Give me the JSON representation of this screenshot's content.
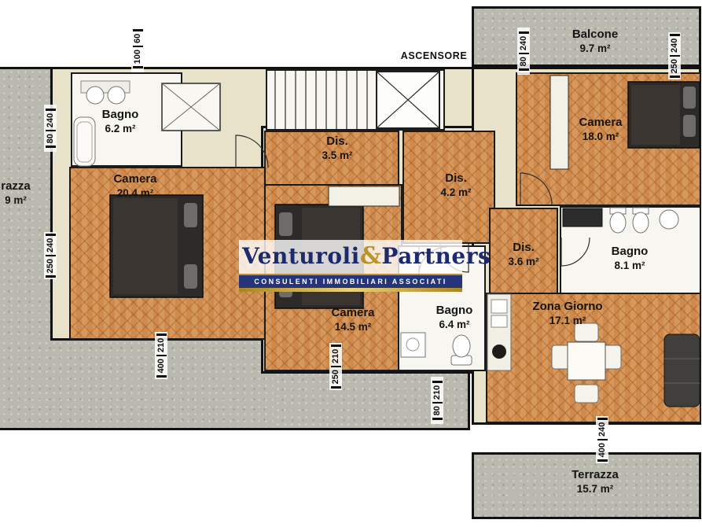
{
  "ascensore_label": "ASCENSORE",
  "rooms": [
    {
      "name": "Bagno",
      "area": "6.2 m²"
    },
    {
      "name": "Camera",
      "area": "20.4 m²"
    },
    {
      "name": "Dis.",
      "area": "3.5 m²"
    },
    {
      "name": "Camera",
      "area": "14.5 m²"
    },
    {
      "name": "Dis.",
      "area": "4.2 m²"
    },
    {
      "name": "Bagno",
      "area": "6.4 m²"
    },
    {
      "name": "Dis.",
      "area": "3.6 m²"
    },
    {
      "name": "Bagno",
      "area": "8.1 m²"
    },
    {
      "name": "Camera",
      "area": "18.0 m²"
    },
    {
      "name": "Zona Giorno",
      "area": "17.1 m²"
    },
    {
      "name": "Balcone",
      "area": "9.7 m²"
    },
    {
      "name": "Terrazza",
      "area": "15.7 m²"
    },
    {
      "name": "razza",
      "area": "9 m²"
    }
  ],
  "dims": [
    {
      "a": "100",
      "b": "60"
    },
    {
      "a": "80",
      "b": "240"
    },
    {
      "a": "250",
      "b": "240"
    },
    {
      "a": "400",
      "b": "210"
    },
    {
      "a": "250",
      "b": "210"
    },
    {
      "a": "80",
      "b": "210"
    },
    {
      "a": "80",
      "b": "240"
    },
    {
      "a": "250",
      "b": "240"
    },
    {
      "a": "400",
      "b": "240"
    }
  ],
  "watermark": {
    "brand_left": "Venturoli",
    "brand_amp": "&",
    "brand_right": "Partners",
    "tagline": "CONSULENTI IMMOBILIARI ASSOCIATI"
  },
  "colors": {
    "wood_floor": "#cf8a4c",
    "terrace": "#bab9af",
    "wall_fill": "#e9e2ca",
    "watermark_navy": "#26347c",
    "watermark_gold": "#bd9227"
  }
}
